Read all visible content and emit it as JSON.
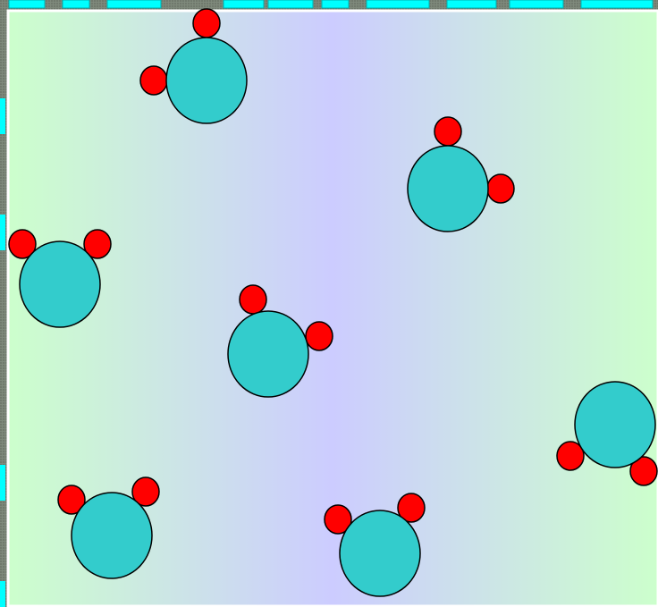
{
  "colors": {
    "panel_gradient": [
      "#ccffcc",
      "#ccccff",
      "#ccffcc"
    ],
    "atom_large": "#33cccc",
    "atom_small": "#ff0000",
    "outline": "#000000",
    "banner_text": "#00ffff"
  },
  "molecules": [
    {
      "id": 1,
      "central": "large-cyan",
      "attached": [
        "small-red",
        "small-red"
      ]
    },
    {
      "id": 2,
      "central": "large-cyan",
      "attached": [
        "small-red",
        "small-red"
      ]
    },
    {
      "id": 3,
      "central": "large-cyan",
      "attached": [
        "small-red",
        "small-red"
      ]
    },
    {
      "id": 4,
      "central": "large-cyan",
      "attached": [
        "small-red",
        "small-red"
      ]
    },
    {
      "id": 5,
      "central": "large-cyan",
      "attached": [
        "small-red",
        "small-red"
      ]
    },
    {
      "id": 6,
      "central": "large-cyan",
      "attached": [
        "small-red",
        "small-red"
      ]
    },
    {
      "id": 7,
      "central": "large-cyan",
      "attached": [
        "small-red",
        "small-red"
      ]
    },
    {
      "id": 8,
      "central": "large-cyan",
      "attached": [
        "small-red",
        "small-red"
      ]
    }
  ]
}
